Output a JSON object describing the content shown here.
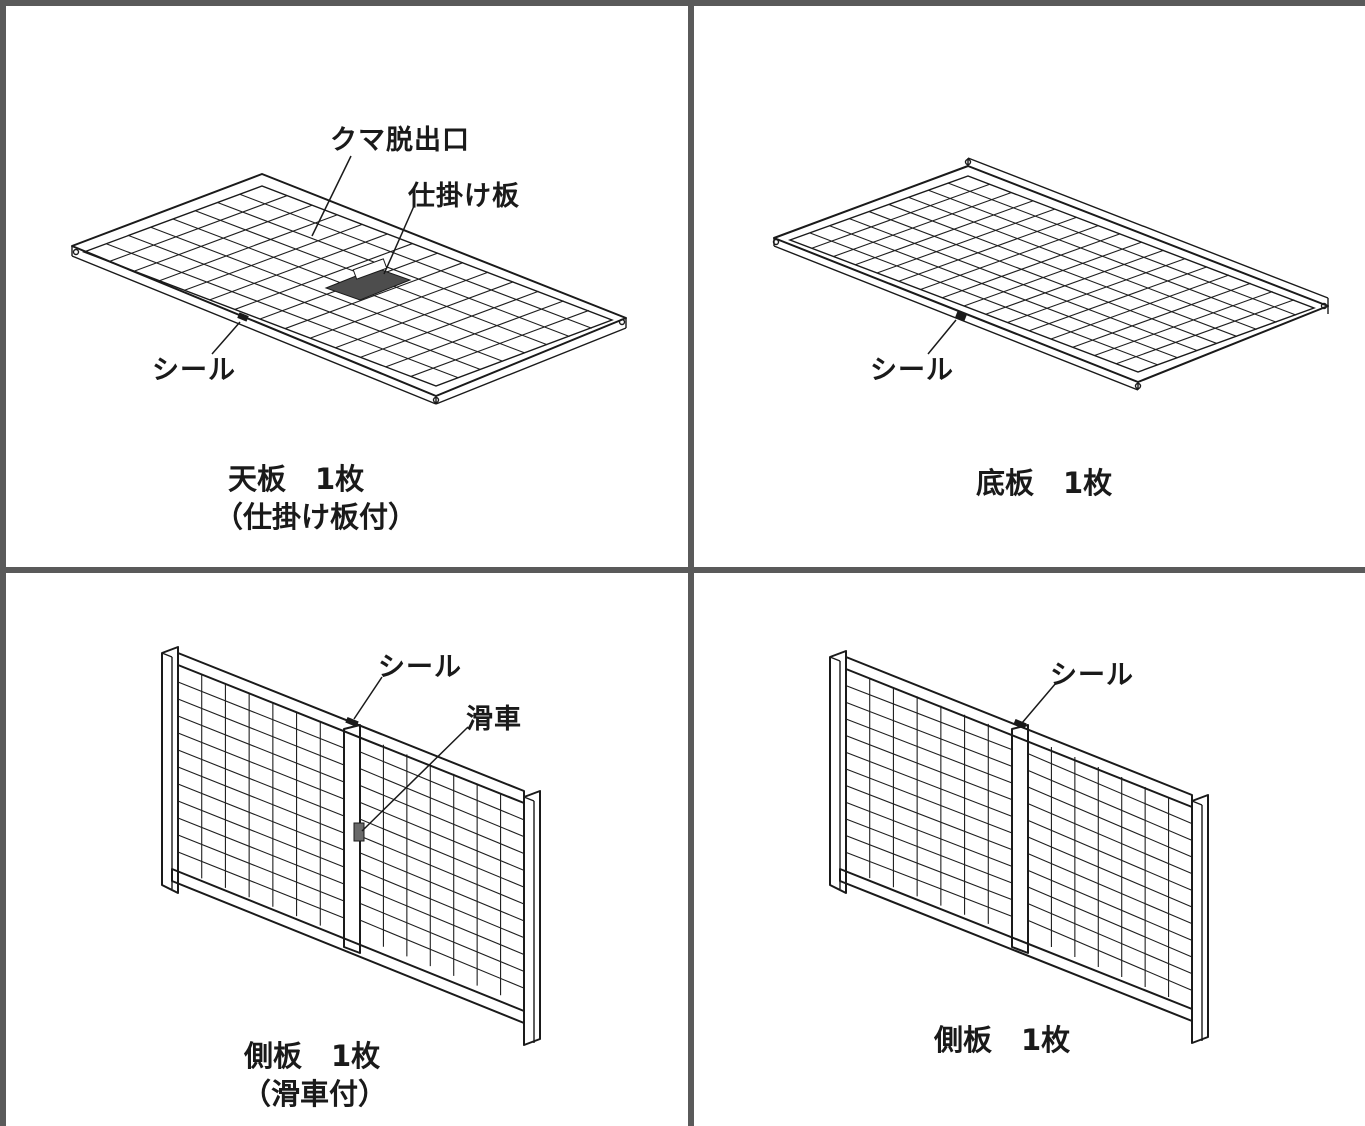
{
  "panels": {
    "top_plate": {
      "callouts": {
        "bear_exit": "クマ脱出口",
        "trigger_plate": "仕掛け板",
        "seal": "シール"
      },
      "caption_line1": "天板　1枚",
      "caption_line2": "（仕掛け板付）"
    },
    "bottom_plate": {
      "callouts": {
        "seal": "シール"
      },
      "caption_line1": "底板　1枚"
    },
    "side_plate_pulley": {
      "callouts": {
        "seal": "シール",
        "pulley": "滑車"
      },
      "caption_line1": "側板　1枚",
      "caption_line2": "（滑車付）"
    },
    "side_plate": {
      "callouts": {
        "seal": "シール"
      },
      "caption_line1": "側板　1枚"
    }
  },
  "colors": {
    "border": "#5a5a5a",
    "line": "#1a1a1a",
    "plate_fill": "#4d4d4d"
  }
}
